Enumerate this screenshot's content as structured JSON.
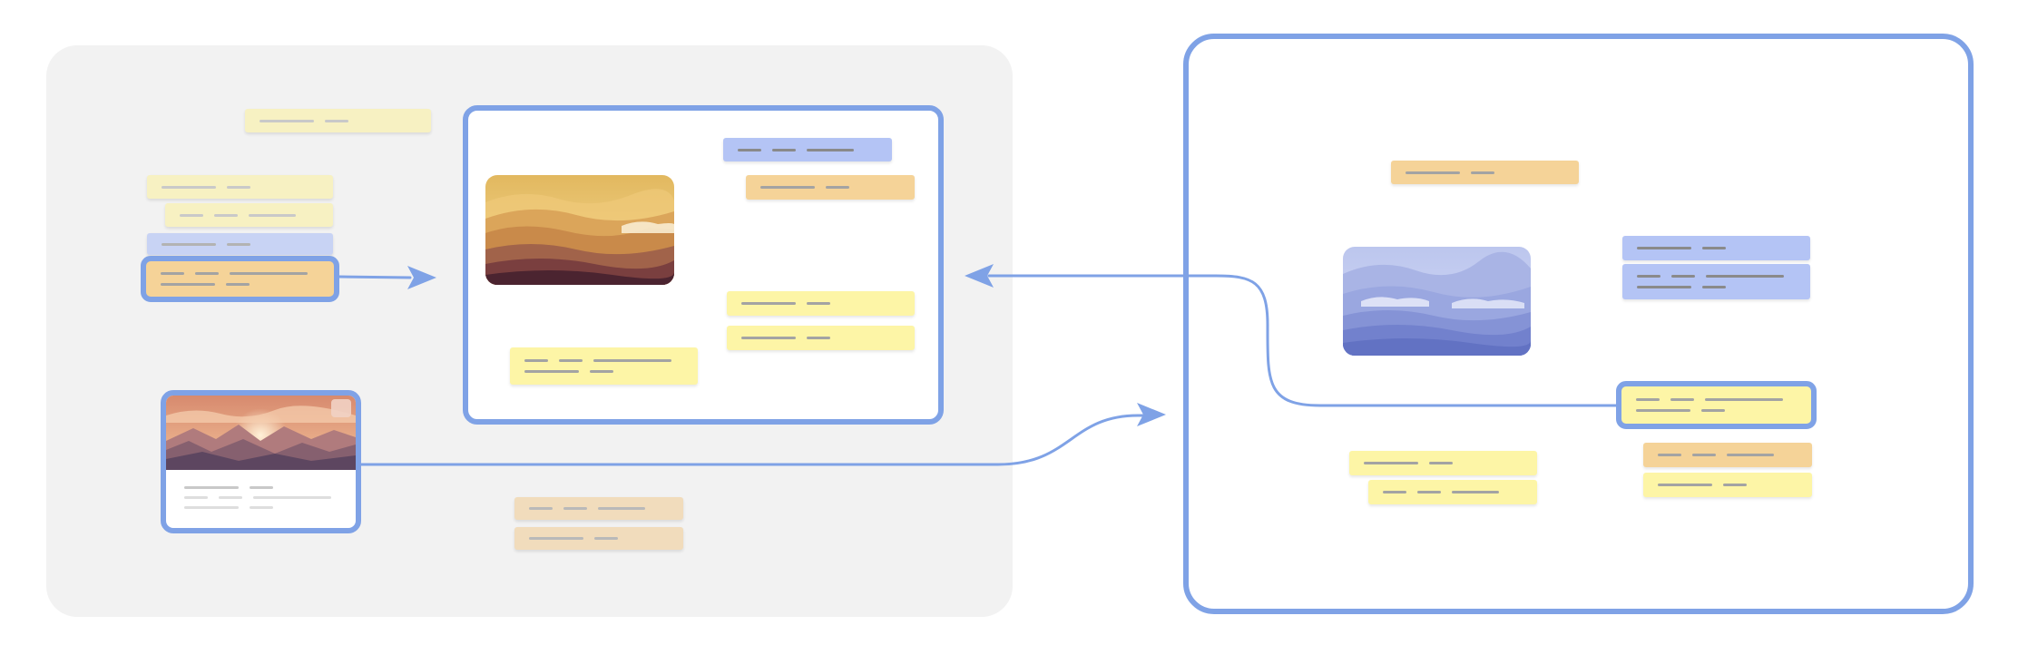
{
  "colors": {
    "canvas": "#ffffff",
    "board_left": "#f2f2f2",
    "accent": "#7fa2e6",
    "note_yellow": "#fdf5a6",
    "note_yellow_faded": "#f7f1c2",
    "note_orange": "#f5d398",
    "note_orange_faded": "#f1dcbc",
    "note_blue": "#b4c4f5",
    "note_blue_faded": "#c8d3f4",
    "line_dark": "#a3a3a3",
    "line_light": "#c9c9c9"
  },
  "icons": {
    "photo_gold": "golden-mountain-landscape-icon",
    "photo_blue": "blue-mountain-landscape-icon",
    "photo_sunset": "sunset-mountain-landscape-icon",
    "arrow": "arrowhead-icon"
  },
  "connectors": [
    {
      "from": "left-selected-note",
      "to": "inner-frame",
      "arrow": "end"
    },
    {
      "from": "landscape-card",
      "to": "right-frame",
      "arrow": "end"
    },
    {
      "from": "right-selected-note",
      "to": "inner-frame",
      "arrow": "end"
    }
  ]
}
